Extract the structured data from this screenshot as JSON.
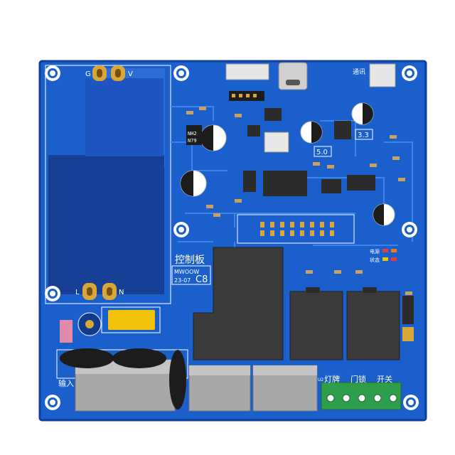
{
  "colors": {
    "background": "#ffffff",
    "pcb": "#1a5fcc",
    "pcb_edge": "#0f3f9a",
    "copper_pour": "#1e4fb5",
    "copper_dark": "#123a8c",
    "trace": "#3a86e8",
    "gold_pad": "#d9a63a",
    "silkscreen": "#ffffff",
    "relay_block": "#3a3a3a",
    "relay_tab": "#2b2b2b",
    "terminal_green": "#2e9e4a",
    "connector_gray": "#a8a8a8",
    "capacitor_yellow": "#f2c20a",
    "cable_black": "#1c1c1c",
    "pink_block": "#e08aa8"
  },
  "board": {
    "title_cn": "控制板",
    "brand": "MWOOW",
    "date": "23-07",
    "model": "C8"
  },
  "labels": {
    "pad_g": "G",
    "pad_v": "V",
    "pad_l": "L",
    "pad_n": "N",
    "input_cn": "输入",
    "light_cn": "灯牌",
    "door_cn": "门锁",
    "switch_cn": "开关",
    "v50": "5.0",
    "v33": "3.3",
    "power_cn": "电源",
    "status_cn": "状态",
    "nh2": "NH2",
    "n79": "N79",
    "comm_cn": "通讯",
    "u2": "U2"
  },
  "icons": {
    "mounting_hole": "mounting-hole-icon",
    "relay": "relay-icon",
    "chip": "chip-icon",
    "capacitor": "capacitor-icon",
    "usb_c": "usb-c-icon",
    "terminal": "screw-terminal-icon"
  }
}
